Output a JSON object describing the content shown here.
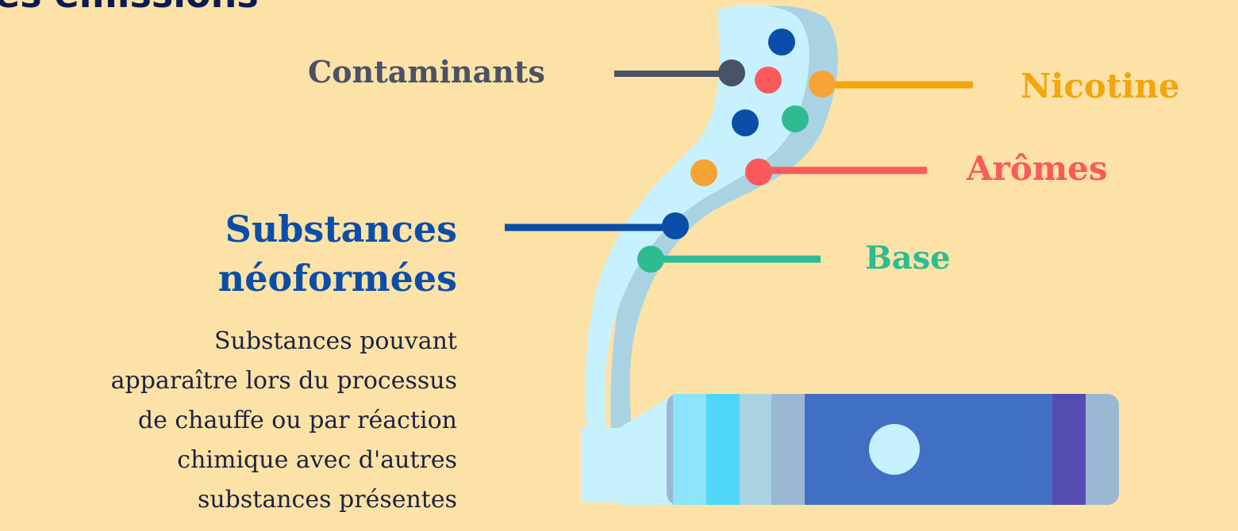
{
  "title": "es émissions",
  "labels": {
    "contaminants": "Contaminants",
    "nicotine": "Nicotine",
    "aromes": "Arômes",
    "base": "Base"
  },
  "neoformees": {
    "title_line1": "Substances",
    "title_line2": "néoformées",
    "description_lines": [
      "Substances pouvant",
      "apparaître lors du processus",
      "de chauffe ou par réaction",
      "chimique avec d'autres",
      "substances présentes"
    ]
  },
  "colors": {
    "background": "#fce2a6",
    "contaminants": "#4a5265",
    "nicotine": "#f2a60c",
    "aromes": "#fa5a5c",
    "base": "#2fbb91",
    "neoformees": "#0b4ea8",
    "text_dark": "#1c2340"
  }
}
